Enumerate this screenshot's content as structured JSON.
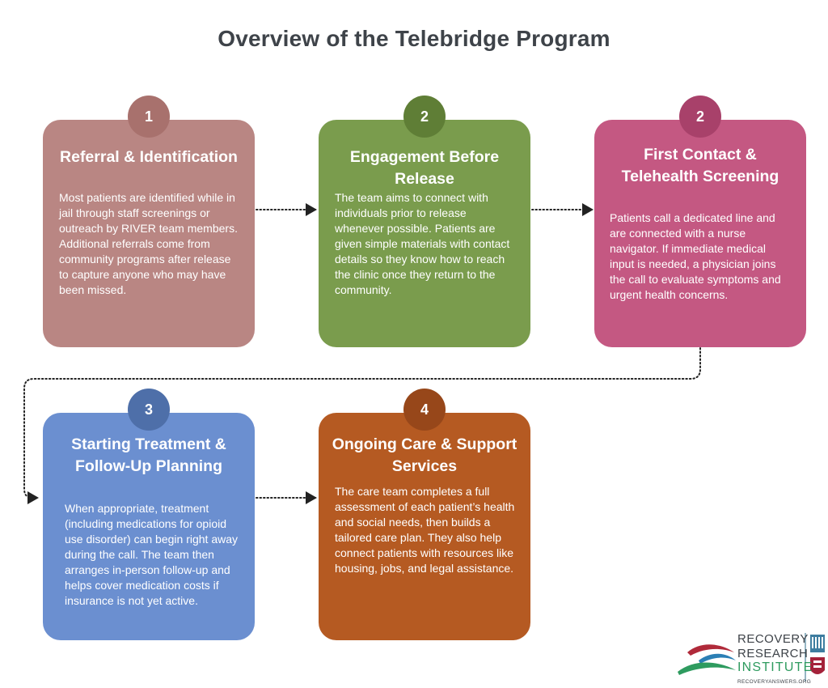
{
  "title": "Overview of the Telebridge Program",
  "steps": [
    {
      "number": "1",
      "title": "Referral & Identification",
      "body": "Most patients are identified while in jail through staff screenings or outreach by RIVER team members. Additional referrals come from community programs after release to capture anyone who may have been missed.",
      "color": "#b98683",
      "badge_color": "#a8716d"
    },
    {
      "number": "2",
      "title": "Engagement Before Release",
      "body": "The team aims to connect with individuals prior to release whenever possible. Patients are given simple materials with contact details so they know how to reach the clinic once they return to the community.",
      "color": "#7a9c4d",
      "badge_color": "#5f7e36"
    },
    {
      "number": "2",
      "title": "First Contact & Telehealth Screening",
      "body": "Patients call a dedicated line and are connected with a nurse navigator. If immediate medical input is needed, a physician joins the call to evaluate symptoms and urgent health concerns.",
      "color": "#c45882",
      "badge_color": "#a8416a"
    },
    {
      "number": "3",
      "title": "Starting Treatment & Follow-Up Planning",
      "body": "When appropriate, treatment (including medications for opioid use disorder) can begin right away during the call. The team then arranges in-person follow-up and helps cover medication costs if insurance is not yet active.",
      "color": "#6b8fd0",
      "badge_color": "#4e6fa9"
    },
    {
      "number": "4",
      "title": "Ongoing Care & Support Services",
      "body": "The care team completes a full assessment of each patient’s health and social needs, then builds a tailored care plan. They also help connect patients with resources like housing, jobs, and legal assistance.",
      "color": "#b55a22",
      "badge_color": "#97471a"
    }
  ],
  "logo": {
    "line1": "RECOVERY",
    "line2": "RESEARCH",
    "line3": "INSTITUTE",
    "url": "RECOVERYANSWERS.ORG"
  }
}
